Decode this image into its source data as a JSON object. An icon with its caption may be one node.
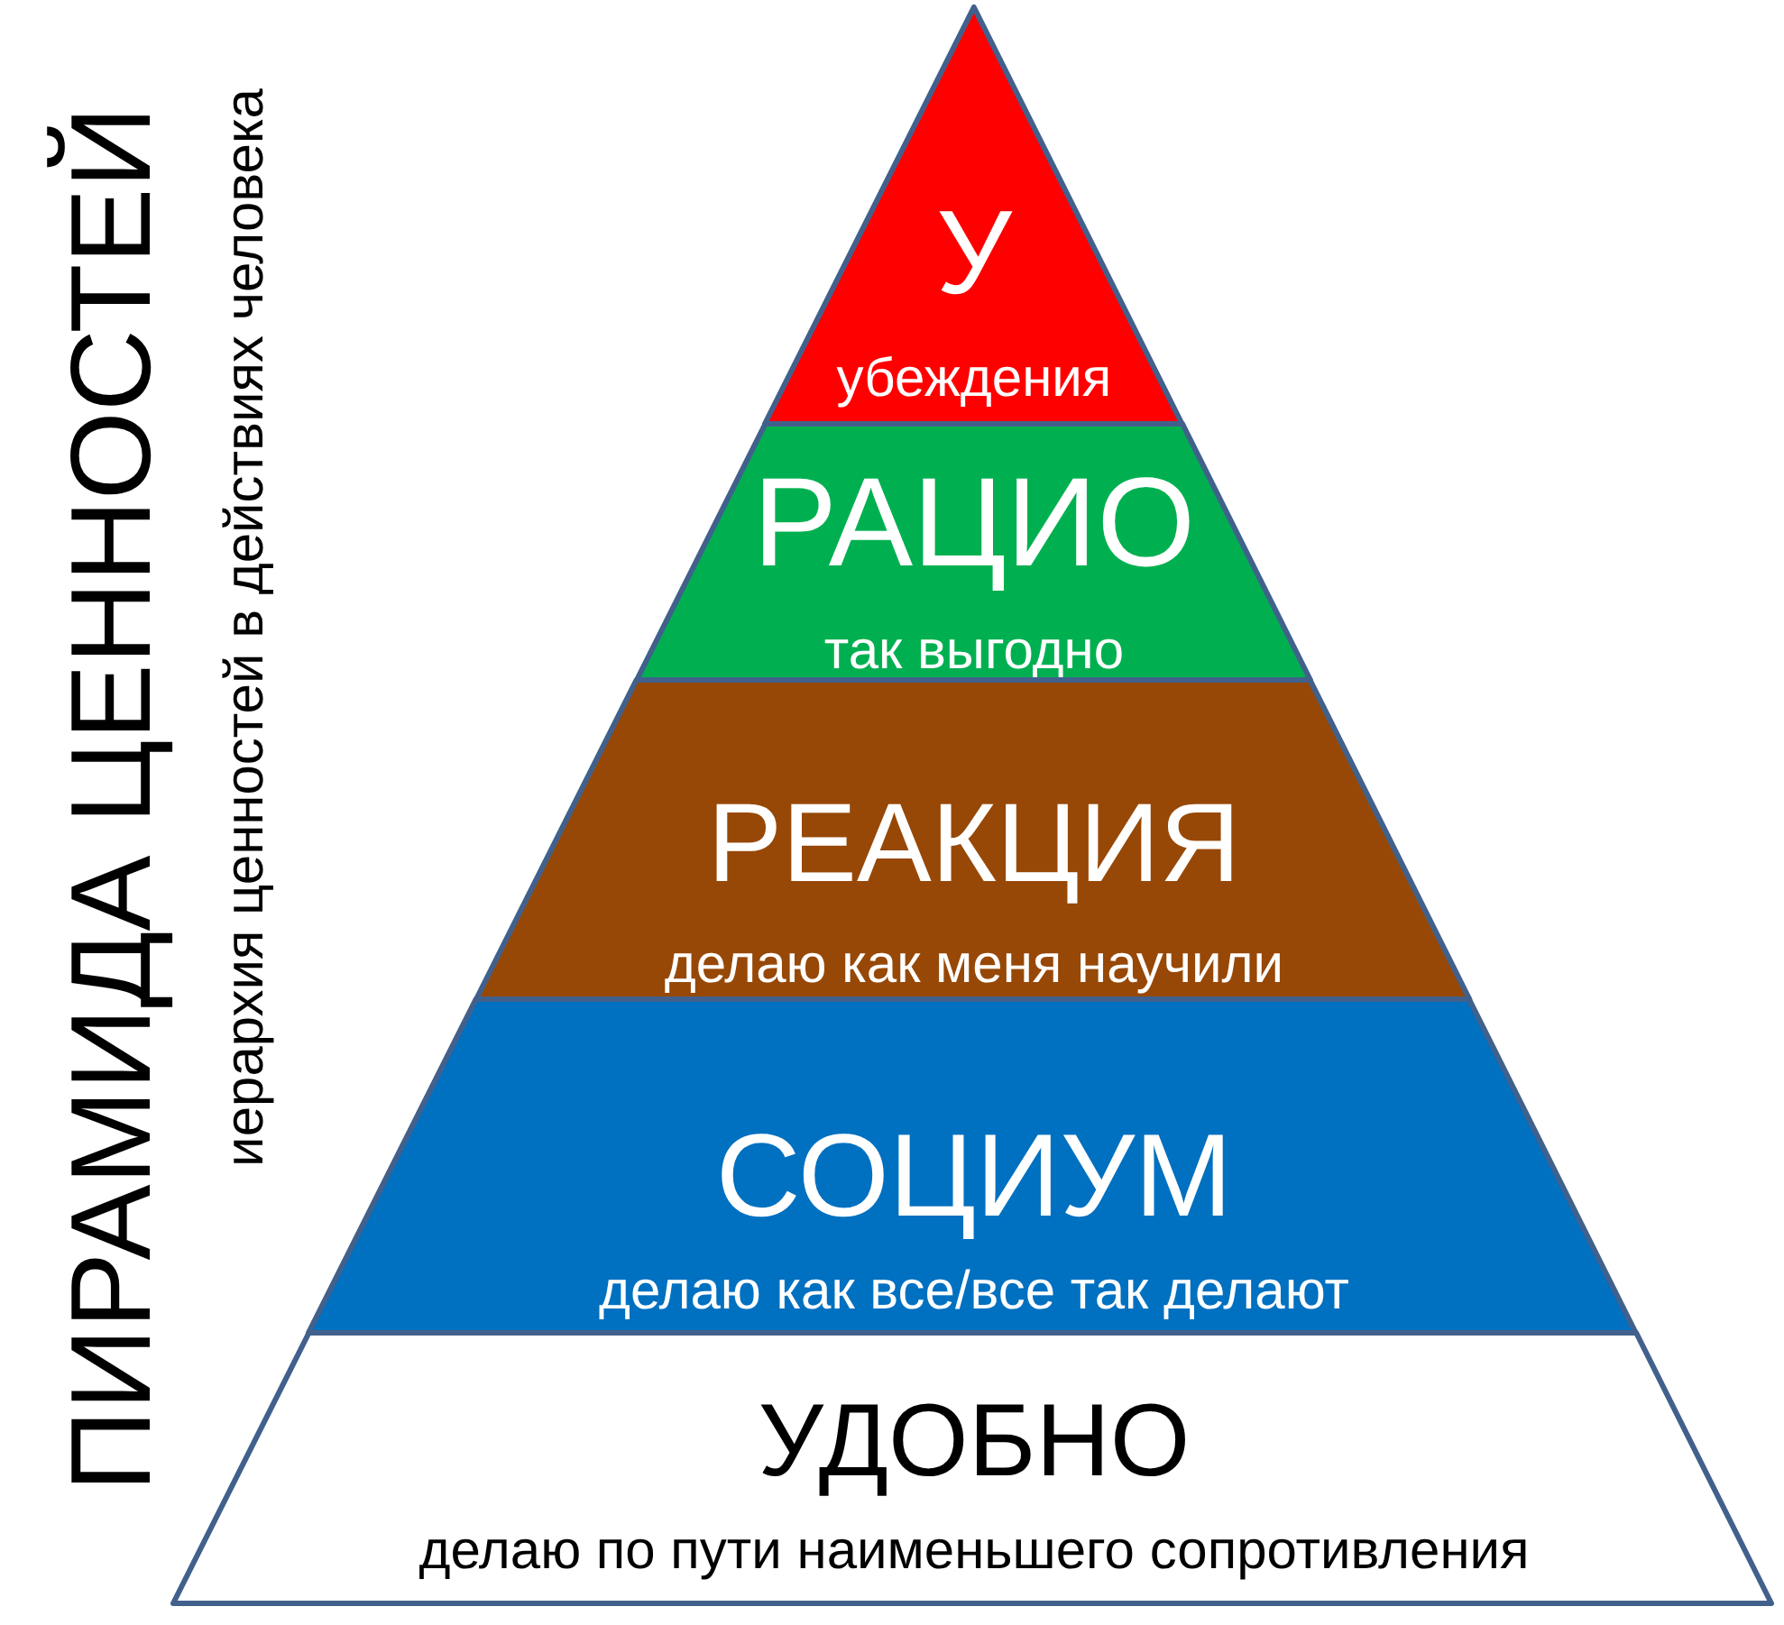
{
  "diagram": {
    "title": "ПИРАМИДА ЦЕННОСТЕЙ",
    "nodes": [
      {
        "text": [
          "У",
          "убеждения"
        ]
      },
      {
        "text": [
          "РАЦИО",
          "так выгодно"
        ]
      },
      {
        "text": [
          "РЕАКЦИЯ",
          "делаю как меня научили"
        ]
      },
      {
        "text": [
          "СОЦИУМ",
          "делаю как все/все так делают"
        ]
      },
      {
        "text": [
          "УДОБНО",
          "делаю по пути наименьшего сопротивления"
        ]
      }
    ],
    "labels": [
      "иерархия ценностей в действиях человека"
    ]
  }
}
